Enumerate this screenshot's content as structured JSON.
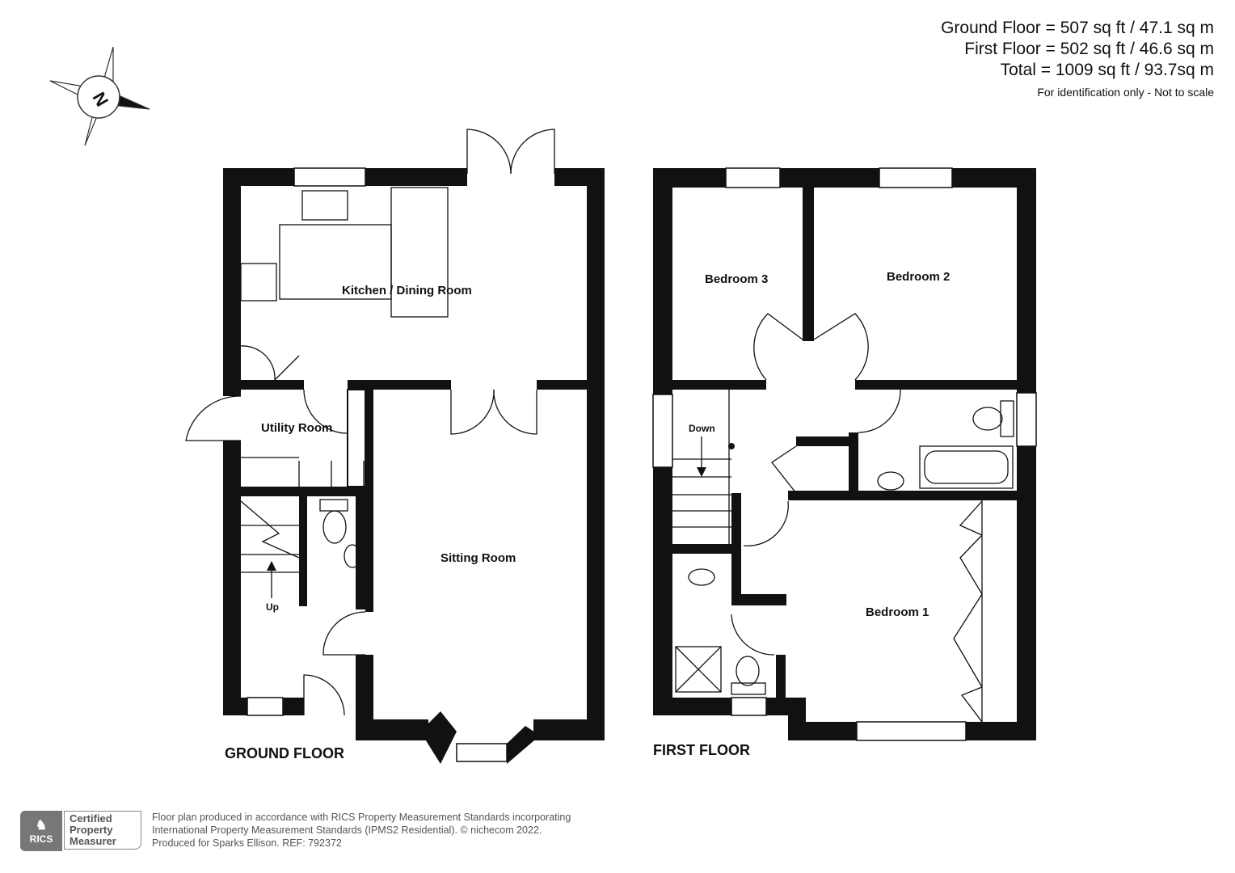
{
  "areas": {
    "ground": "Ground Floor = 507 sq ft / 47.1 sq m",
    "first": "First Floor = 502 sq ft / 46.6 sq m",
    "total": "Total = 1009 sq ft / 93.7sq m",
    "note": "For identification only - Not to scale"
  },
  "compass": {
    "letter": "N"
  },
  "ground_floor": {
    "title": "GROUND FLOOR",
    "rooms": [
      "Kitchen / Dining Room",
      "Utility Room",
      "Sitting Room"
    ],
    "stairs_label": "Up"
  },
  "first_floor": {
    "title": "FIRST FLOOR",
    "rooms": [
      "Bedroom 3",
      "Bedroom 2",
      "Bedroom 1"
    ],
    "stairs_label": "Down"
  },
  "footer": {
    "badge_left": "RICS",
    "badge_right": [
      "Certified",
      "Property",
      "Measurer"
    ],
    "lines": [
      "Floor plan produced in accordance with RICS Property Measurement Standards incorporating",
      "International Property Measurement Standards (IPMS2 Residential).   © nichecom 2022.",
      "Produced for Sparks Ellison.   REF:  792372"
    ]
  }
}
